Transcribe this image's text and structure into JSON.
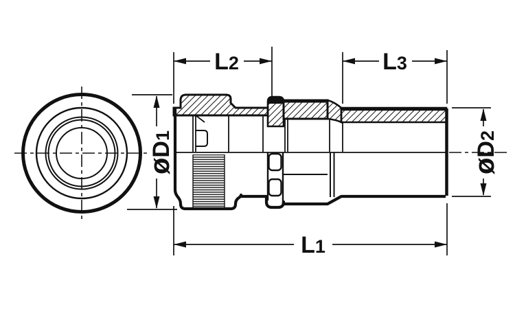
{
  "drawing": {
    "background": "#ffffff",
    "line_color": "#111111",
    "views": {
      "front_view": "connector-end-circles",
      "side_view": "half-section-connector-body"
    },
    "labels": {
      "L1": {
        "main": "L",
        "sub": "1"
      },
      "L2": {
        "main": "L",
        "sub": "2"
      },
      "L3": {
        "main": "L",
        "sub": "3"
      },
      "D1": {
        "symbol": "ø",
        "main": "D",
        "sub": "1"
      },
      "D2": {
        "symbol": "ø",
        "main": "D",
        "sub": "2"
      }
    }
  }
}
